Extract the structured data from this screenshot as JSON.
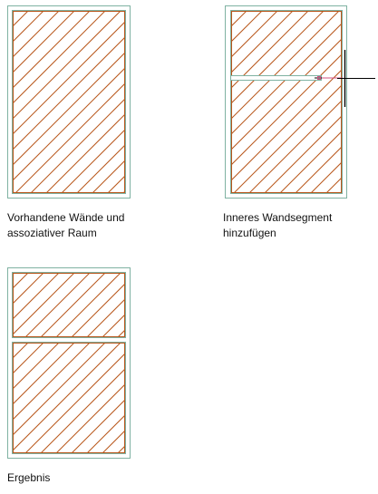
{
  "colors": {
    "wall": "#7fb2a2",
    "hatch": "#b8561b",
    "cursor": "#000000",
    "marker": "#d05080"
  },
  "icons": {
    "crosshair": "crosshair-cursor-icon"
  },
  "panels": [
    {
      "caption_line1": "Vorhandene Wände und",
      "caption_line2": "assoziativer Raum"
    },
    {
      "caption_line1": "Inneres Wandsegment",
      "caption_line2": "hinzufügen"
    },
    {
      "caption_line1": "Ergebnis",
      "caption_line2": ""
    }
  ]
}
